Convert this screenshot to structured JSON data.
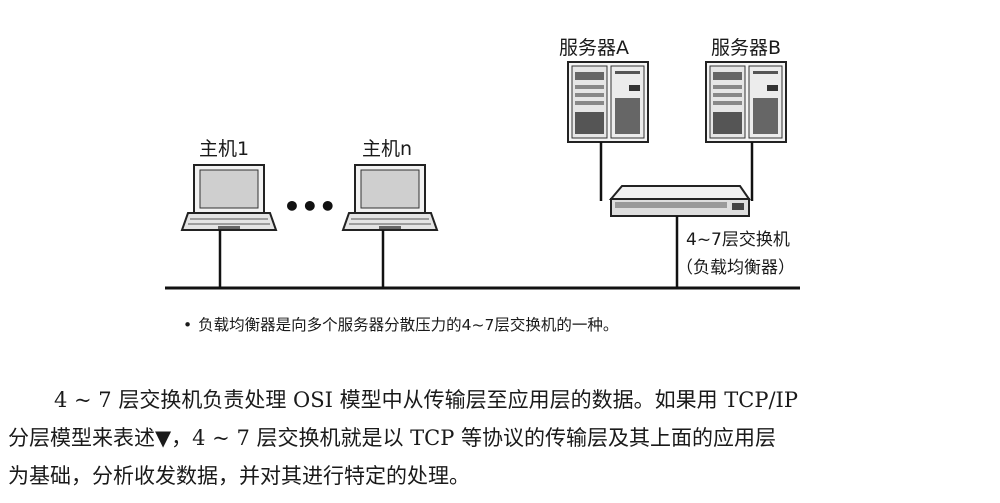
{
  "diagram": {
    "servers": [
      {
        "label": "服务器A"
      },
      {
        "label": "服务器B"
      }
    ],
    "hosts": [
      {
        "label": "主机1"
      },
      {
        "label": "主机n"
      }
    ],
    "ellipsis": "•••",
    "switch": {
      "line1": "4~7层交换机",
      "line2": "（负载均衡器）"
    },
    "caption_bullet": "•",
    "caption": "负载均衡器是向多个服务器分散压力的4~7层交换机的一种。"
  },
  "body": {
    "line1": "4 ~ 7 层交换机负责处理 OSI 模型中从传输层至应用层的数据。如果用 TCP/IP",
    "line2": "分层模型来表述▼，4 ~ 7 层交换机就是以 TCP 等协议的传输层及其上面的应用层",
    "line3": "为基础，分析收发数据，并对其进行特定的处理。"
  }
}
